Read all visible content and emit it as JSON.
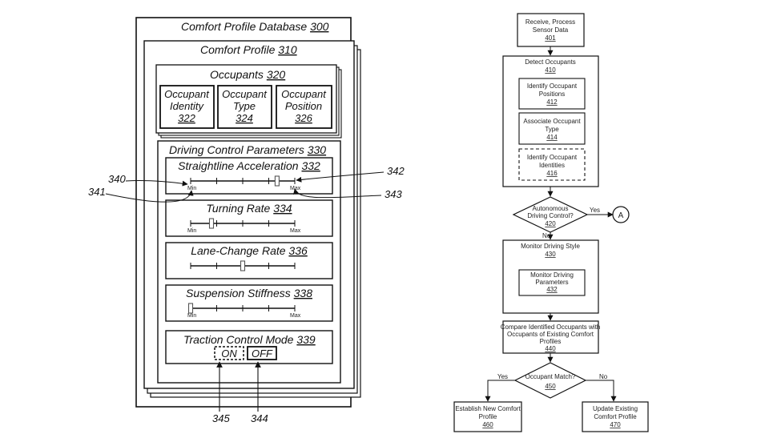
{
  "left": {
    "database": {
      "label": "Comfort Profile Database",
      "num": "300"
    },
    "profile": {
      "label": "Comfort Profile",
      "num": "310"
    },
    "occupants": {
      "label": "Occupants",
      "num": "320",
      "boxes": [
        {
          "l1": "Occupant",
          "l2": "Identity",
          "num": "322"
        },
        {
          "l1": "Occupant",
          "l2": "Type",
          "num": "324"
        },
        {
          "l1": "Occupant",
          "l2": "Position",
          "num": "326"
        }
      ]
    },
    "params": {
      "label": "Driving Control Parameters",
      "num": "330",
      "sliders": [
        {
          "label": "Straightline Acceleration",
          "num": "332",
          "min": "Min",
          "max": "Max",
          "level": 0.83
        },
        {
          "label": "Turning Rate",
          "num": "334",
          "min": "Min",
          "max": "Max",
          "level": 0.2
        },
        {
          "label": "Lane-Change Rate",
          "num": "336",
          "min": "",
          "max": "",
          "level": 0.5
        },
        {
          "label": "Suspension Stiffness",
          "num": "338",
          "min": "Min",
          "max": "Max",
          "level": 0.0
        }
      ],
      "traction": {
        "label": "Traction Control Mode",
        "num": "339",
        "on": "ON",
        "off": "OFF"
      }
    },
    "callouts": {
      "c340": "340",
      "c341": "341",
      "c342": "342",
      "c343": "343",
      "c345": "345",
      "c344": "344"
    }
  },
  "flow": {
    "s401": {
      "l1": "Receive, Process",
      "l2": "Sensor Data",
      "num": "401"
    },
    "s410": {
      "label": "Detect Occupants",
      "num": "410"
    },
    "s412": {
      "l1": "Identify Occupant",
      "l2": "Positions",
      "num": "412"
    },
    "s414": {
      "l1": "Associate Occupant",
      "l2": "Type",
      "num": "414"
    },
    "s416": {
      "l1": "Identify Occupant",
      "l2": "Identities",
      "num": "416"
    },
    "d420": {
      "l1": "Autonomous",
      "l2": "Driving Control?",
      "num": "420",
      "yes": "Yes",
      "no": "No"
    },
    "connector": "A",
    "s430": {
      "label": "Monitor Driving Style",
      "num": "430"
    },
    "s432": {
      "l1": "Monitor Driving",
      "l2": "Parameters",
      "num": "432"
    },
    "s440": {
      "l1": "Compare Identified Occupants with",
      "l2": "Occupants of Existing Comfort",
      "l3": "Profiles",
      "num": "440"
    },
    "d450": {
      "label": "Occupant Match?",
      "num": "450",
      "yes": "Yes",
      "no": "No"
    },
    "s460": {
      "l1": "Establish New Comfort",
      "l2": "Profile",
      "num": "460"
    },
    "s470": {
      "l1": "Update Existing",
      "l2": "Comfort Profile",
      "num": "470"
    }
  }
}
